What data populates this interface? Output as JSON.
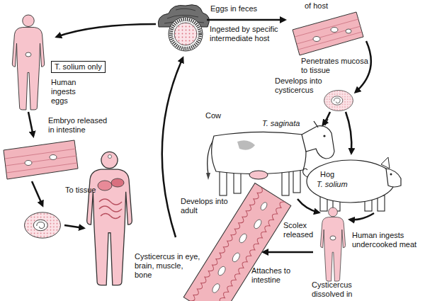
{
  "diagram": {
    "nodes": [
      {
        "text": [
          "T. solium only"
        ]
      }
    ],
    "labels": [
      "Eggs in feces",
      "of host",
      "Ingested by specific intermediate host",
      "Human ingests eggs",
      "Penetrates mucosa to tissue",
      "Develops into cysticercus",
      "Cow",
      "T. saginata",
      "Embryo released in intestine",
      "Hog",
      "T. solium",
      "To tissue",
      "Develops into adult",
      "Scolex released",
      "Human ingests undercooked meat",
      "Cysticercus in eye, brain, muscle, bone",
      "Attaches to intestine",
      "Cysticercus dissolved in"
    ]
  }
}
